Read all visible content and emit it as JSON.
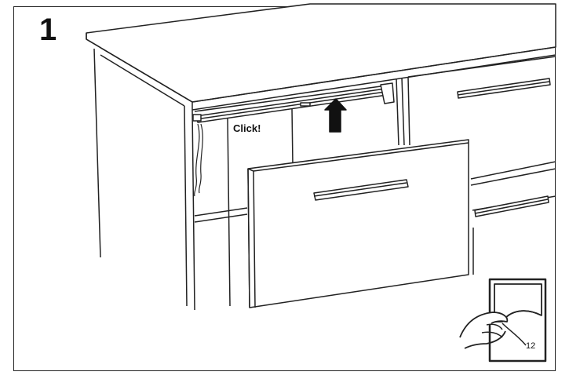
{
  "step": {
    "number": "1"
  },
  "callout": {
    "click_text": "Click!"
  },
  "page_turn": {
    "page_number": "12",
    "icon": "page-turn-hand-icon"
  },
  "illustration": {
    "icon": "cabinet-drawer-front-icon"
  }
}
